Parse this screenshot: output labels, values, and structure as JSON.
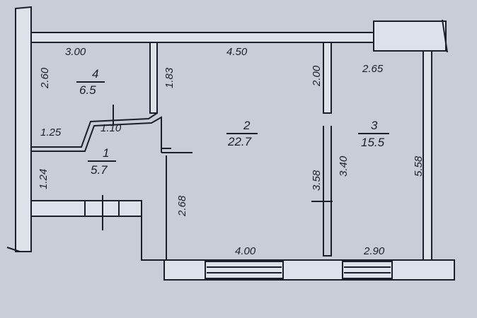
{
  "rooms": [
    {
      "number": "4",
      "area": "6.5"
    },
    {
      "number": "2",
      "area": "22.7"
    },
    {
      "number": "3",
      "area": "15.5"
    },
    {
      "number": "1",
      "area": "5.7"
    }
  ],
  "dimensions": {
    "top_room4": "3.00",
    "top_room2": "4.50",
    "top_room3": "2.65",
    "left_room4": "2.60",
    "room4_right": "1.83",
    "room2_right_top": "2.00",
    "corridor_w": "1.25",
    "corridor_door": "1.10",
    "left_room1": "1.24",
    "room2_left_bottom": "2.68",
    "partition_left": "3.58",
    "partition_right": "3.40",
    "right_room3": "5.58",
    "bottom_room2": "4.00",
    "bottom_room3": "2.90"
  },
  "colors": {
    "paper": "#c8cdd8",
    "ink": "#1b1f2b"
  }
}
